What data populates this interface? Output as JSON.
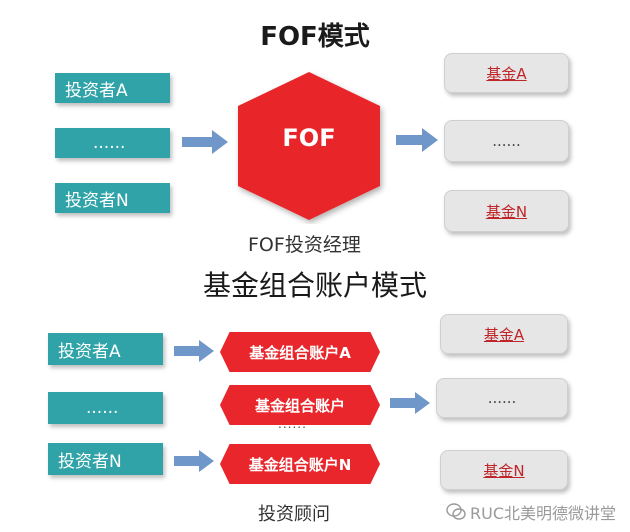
{
  "fof": {
    "title": "FOF模式",
    "investors": [
      "投资者A",
      "......",
      "投资者N"
    ],
    "center_label": "FOF",
    "caption": "FOF投资经理",
    "funds": [
      "基金A",
      "......",
      "基金N"
    ]
  },
  "account": {
    "title": "基金组合账户模式",
    "investors": [
      "投资者A",
      "......",
      "投资者N"
    ],
    "accounts": [
      "基金组合账户A",
      "基金组合账户",
      "基金组合账户N"
    ],
    "middle_dots": "......",
    "caption": "投资顾问",
    "funds": [
      "基金A",
      "......",
      "基金N"
    ]
  },
  "watermark": "RUC北美明德微讲堂",
  "colors": {
    "teal": "#2fa3a8",
    "red": "#e8262b",
    "arrow": "#6f97c9",
    "gray": "#e6e6e6"
  }
}
